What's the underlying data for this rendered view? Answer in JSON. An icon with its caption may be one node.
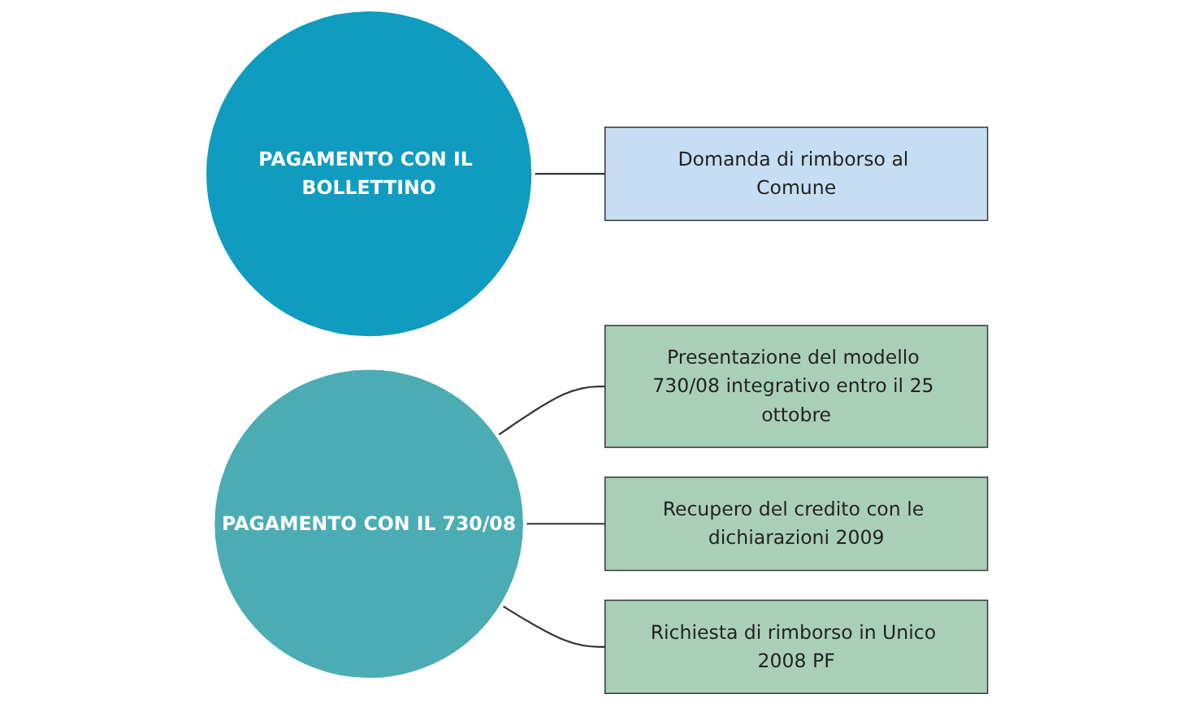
{
  "diagram": {
    "nodes": [
      {
        "text": [
          "PAGAMENTO CON IL BOLLETTINO"
        ]
      },
      {
        "text": [
          "Domanda di rimborso al Comune"
        ]
      },
      {
        "text": [
          "PAGAMENTO CON IL 730/08"
        ]
      },
      {
        "text": [
          "Presentazione del modello 730/08 integrativo entro il 25 ottobre"
        ]
      },
      {
        "text": [
          "Recupero del credito con le dichiarazioni 2009"
        ]
      },
      {
        "text": [
          "Richiesta di rimborso in Unico 2008 PF"
        ]
      }
    ],
    "edges": [
      {
        "from": 0,
        "to": 1,
        "arrow": "none"
      },
      {
        "from": 2,
        "to": 3,
        "arrow": "none"
      },
      {
        "from": 2,
        "to": 4,
        "arrow": "none"
      },
      {
        "from": 2,
        "to": 5,
        "arrow": "none"
      }
    ]
  }
}
